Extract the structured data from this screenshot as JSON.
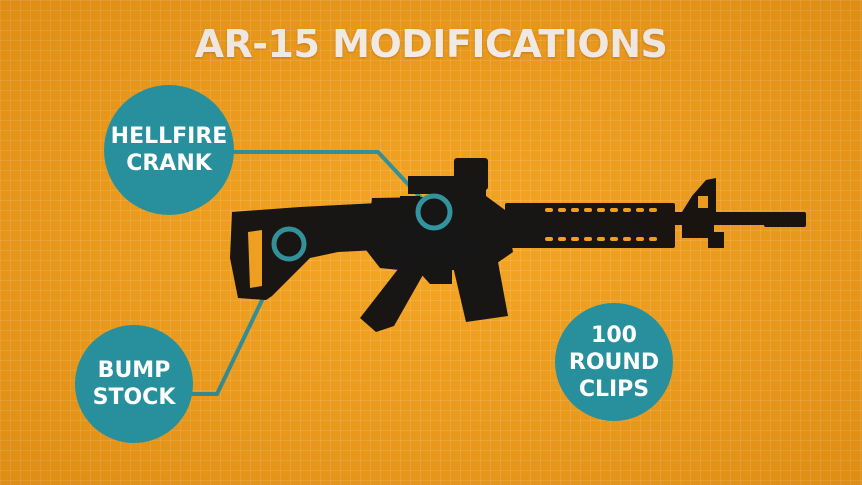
{
  "title": "AR-15 MODIFICATIONS",
  "callouts": {
    "hellfire": "HELLFIRE\nCRANK",
    "bump_stock": "BUMP\nSTOCK",
    "clips": "100\nROUND\nCLIPS"
  },
  "colors": {
    "background": "#f5a219",
    "callout": "#27909c",
    "rifle": "#0a0a0a",
    "text": "#ffffff"
  }
}
